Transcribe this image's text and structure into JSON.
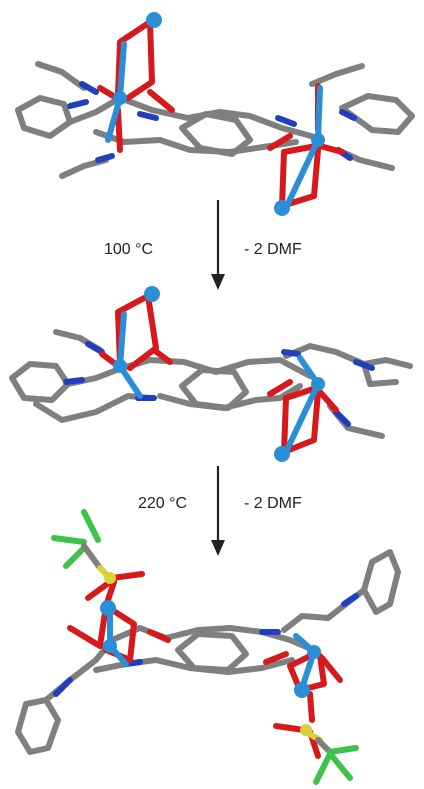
{
  "steps": [
    {
      "temperature": "100 °C",
      "loss": "- 2 DMF"
    },
    {
      "temperature": "220 °C",
      "loss": "- 2 DMF"
    }
  ],
  "colors": {
    "carbon": "#7f7f7f",
    "oxygen": "#d7191c",
    "nitrogen": "#1f3fbf",
    "metal": "#2a8fd6",
    "sulfur": "#d8d33a",
    "fluorine": "#3fc24a",
    "arrow": "#222222"
  }
}
